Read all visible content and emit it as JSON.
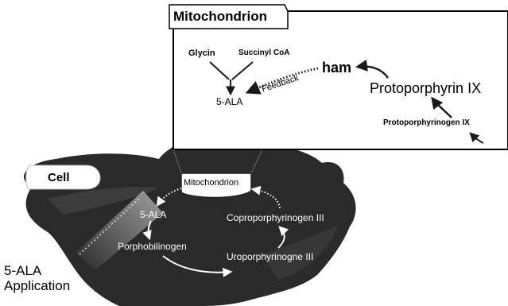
{
  "mito_box": {
    "title": "Mitochondrion",
    "glycin": "Glycin",
    "succinyl": "Succinyl CoA",
    "ala": "5-ALA",
    "feedback": "Feedback",
    "ham": "ham",
    "protoporphyrin": "Protoporphyrin IX",
    "protoporphyrinogen": "Protoporphyrinogen IX"
  },
  "cell_tag": "Cell",
  "cell": {
    "mito_label": "Mitochondrion",
    "ala": "5-ALA",
    "porphobilinogen": "Porphobilinogen",
    "coproporphyrinogen": "Coproporphyrinogen III",
    "uroporphyrinogen": "Uroporphyrinogne III"
  },
  "application": {
    "line1": "5-ALA",
    "line2": "Application"
  },
  "colors": {
    "cell_fill": "#2a2a2a",
    "box_border": "#000000",
    "arrow_dark": "#1a1a1a",
    "arrow_light": "#ffffff"
  }
}
